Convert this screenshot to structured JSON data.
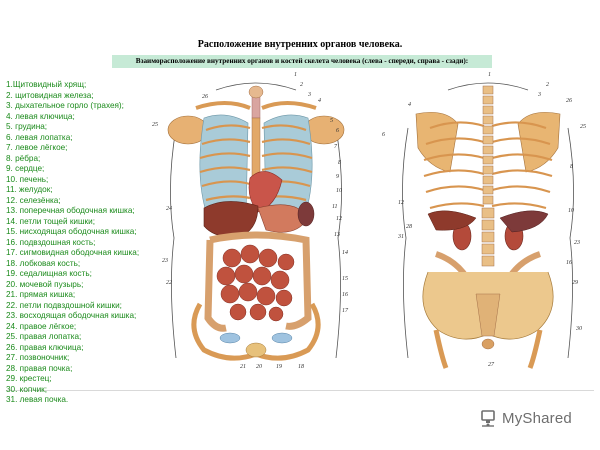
{
  "title": "Расположение внутренних органов человека.",
  "subtitle": "Взаиморасположение внутренних органов и костей скелета человека (слева - спереди, справа - сзади):",
  "legend": [
    "1.Щитовидный хрящ;",
    "2. щитовидная железа;",
    "3. дыхательное горло (трахея);",
    "4. левая ключица;",
    "5. грудина;",
    "6. левая лопатка;",
    "7. левое лёгкое;",
    "8. рёбра;",
    "9. сердце;",
    "10. печень;",
    "11. желудок;",
    "12. селезёнка;",
    "13. поперечная ободочная кишка;",
    "14. петли тощей кишки;",
    "15. нисходящая ободочная кишка;",
    "16. подвздошная кость;",
    "17. сигмовидная ободочная кишка;",
    "18. лобковая кость;",
    "19. седалищная кость;",
    "20. мочевой пузырь;",
    "21. прямая кишка;",
    "22. петли подвздошной кишки;",
    "23. восходящая ободочная кишка;",
    "24. правое лёгкое;",
    "25. правая лопатка;",
    "26. правая ключица;",
    "27. позвоночник;",
    "28. правая почка;",
    "29. крестец;",
    "30. копчик;",
    "31. левая почка."
  ],
  "front_callouts": [
    "1",
    "2",
    "3",
    "4",
    "5",
    "6",
    "7",
    "8",
    "9",
    "10",
    "11",
    "12",
    "13",
    "14",
    "15",
    "16",
    "17",
    "18",
    "19",
    "20",
    "21",
    "22",
    "23",
    "24",
    "25",
    "26"
  ],
  "back_callouts": [
    "1",
    "2",
    "3",
    "4",
    "6",
    "8",
    "10",
    "12",
    "16",
    "23",
    "25",
    "26",
    "27",
    "28",
    "29",
    "30",
    "31"
  ],
  "watermark": {
    "text": "MyShared",
    "icon": "myshared-logo-icon"
  }
}
